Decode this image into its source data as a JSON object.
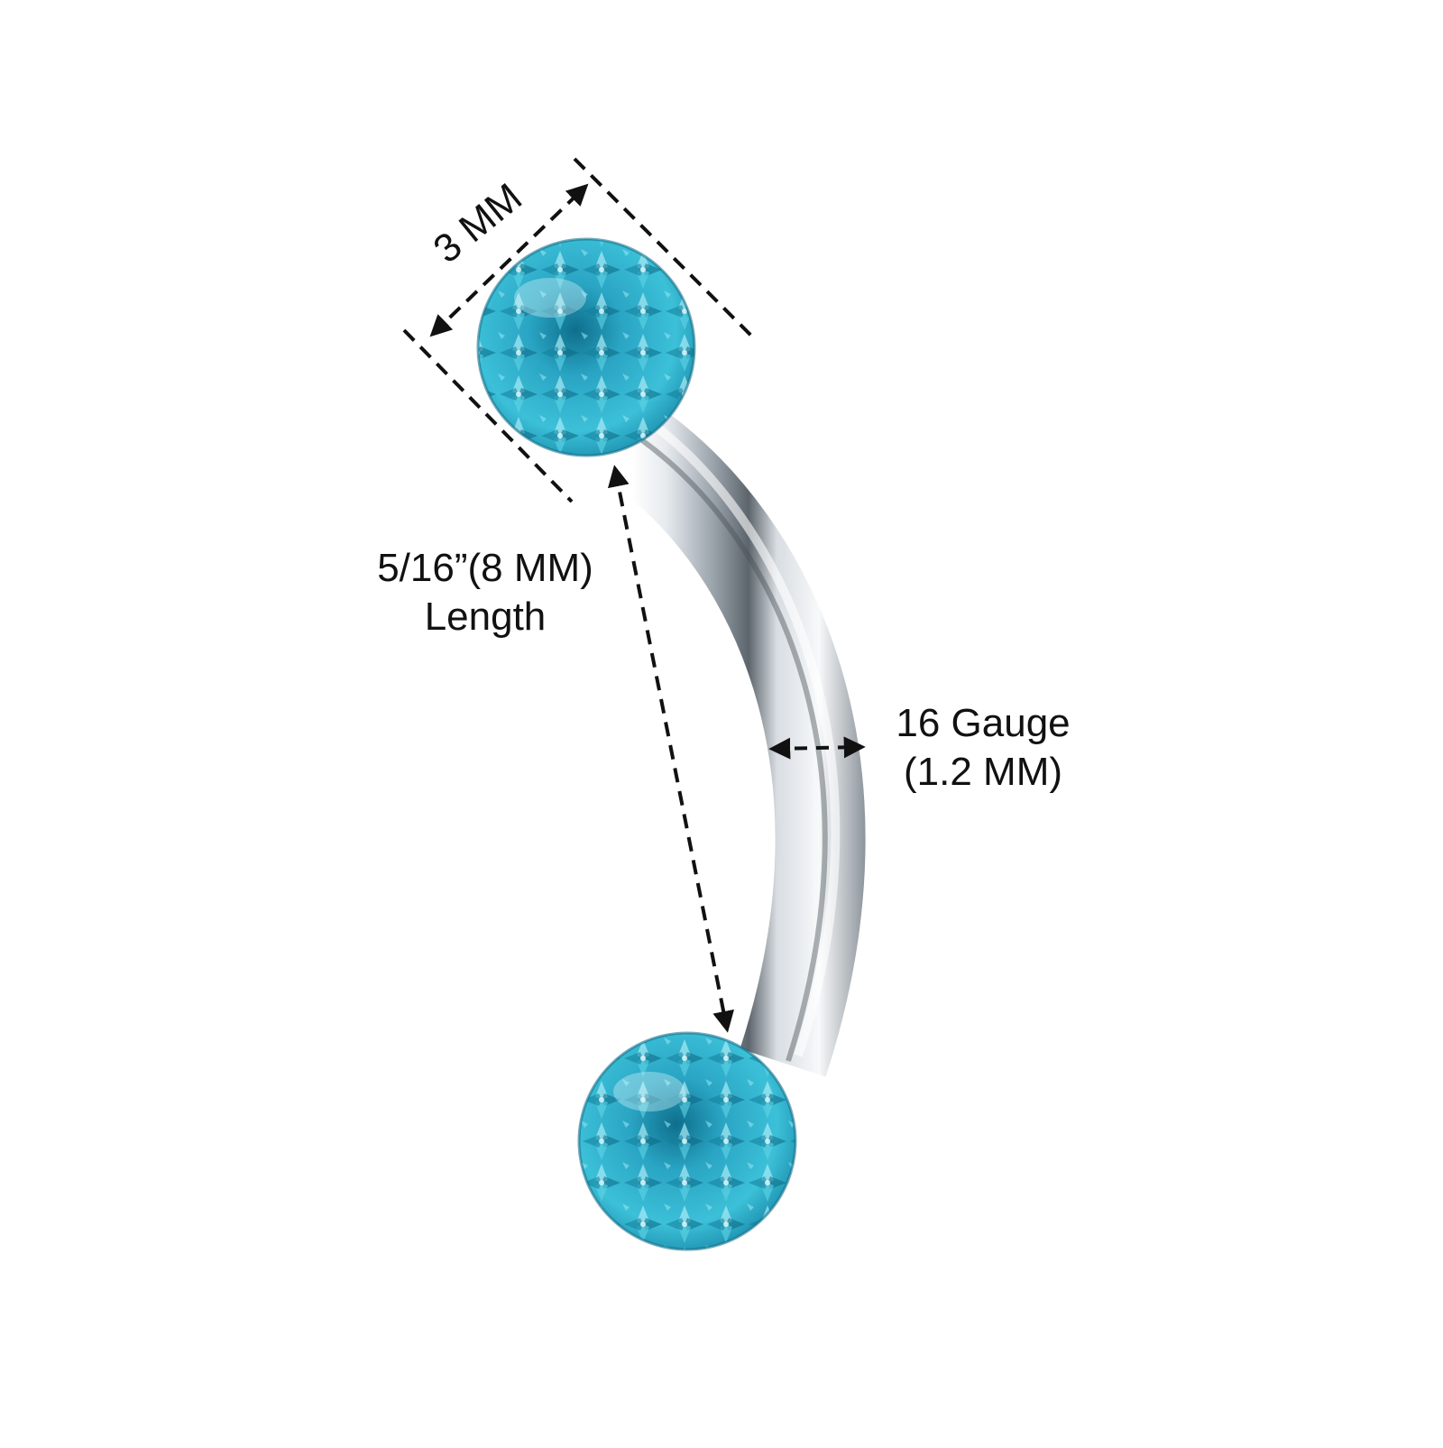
{
  "annotations": {
    "ball_diameter": "3 MM",
    "length_line1": "5/16”(8 MM)",
    "length_line2": "Length",
    "gauge_line1": "16 Gauge",
    "gauge_line2": "(1.2 MM)"
  },
  "colors": {
    "gem": "#2fb4cf",
    "gem_dark": "#0e6f8c",
    "gem_light": "#8fe3f2",
    "metal_light": "#f4f6f8",
    "metal_mid": "#b9c0c6",
    "metal_dark": "#5d656c",
    "dimension_line": "#111111"
  }
}
